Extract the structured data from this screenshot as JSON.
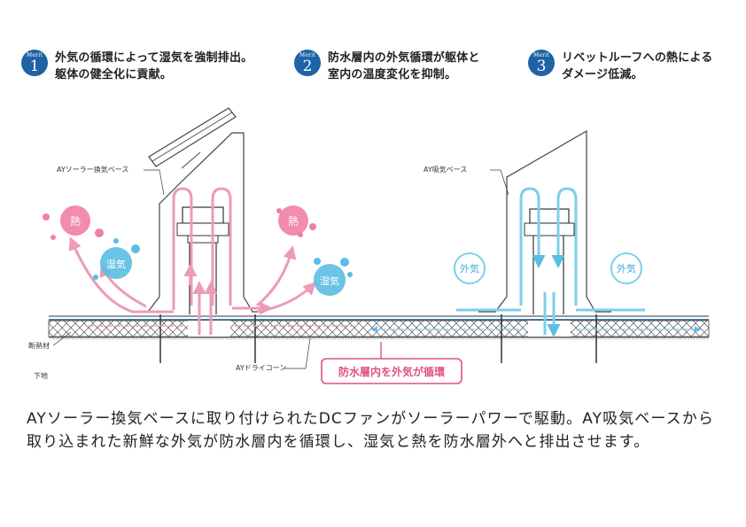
{
  "merits": [
    {
      "word": "Merit",
      "num": "1",
      "text": "外気の循環によって湿気を強制排出。\n躯体の健全化に貢献。"
    },
    {
      "word": "Merit",
      "num": "2",
      "text": "防水層内の外気循環が躯体と\n室内の温度変化を抑制。"
    },
    {
      "word": "Merit",
      "num": "3",
      "text": "リベットルーフへの熱による\nダメージ低減。"
    }
  ],
  "labels": {
    "solar_base": "AYソーラー換気ベース",
    "intake_base": "AY吸気ベース",
    "insulation": "断熱材",
    "substrate": "下地",
    "dry_cone": "AYドライコーン",
    "heat": "熱",
    "humidity": "湿気",
    "outside_air": "外気",
    "callout": "防水層内を外気が循環"
  },
  "colors": {
    "pink": "#ec9bb8",
    "pink_bubble": "#f07fa6",
    "blue": "#7ccfea",
    "blue_bubble": "#5bbde3",
    "badge": "#1d63a6",
    "callout": "#e0527f"
  },
  "caption": "AYソーラー換気ベースに取り付けられたDCファンがソーラーパワーで駆動。AY吸気ベースから取り込まれた新鮮な外気が防水層内を循環し、湿気と熱を防水層外へと排出させます。"
}
